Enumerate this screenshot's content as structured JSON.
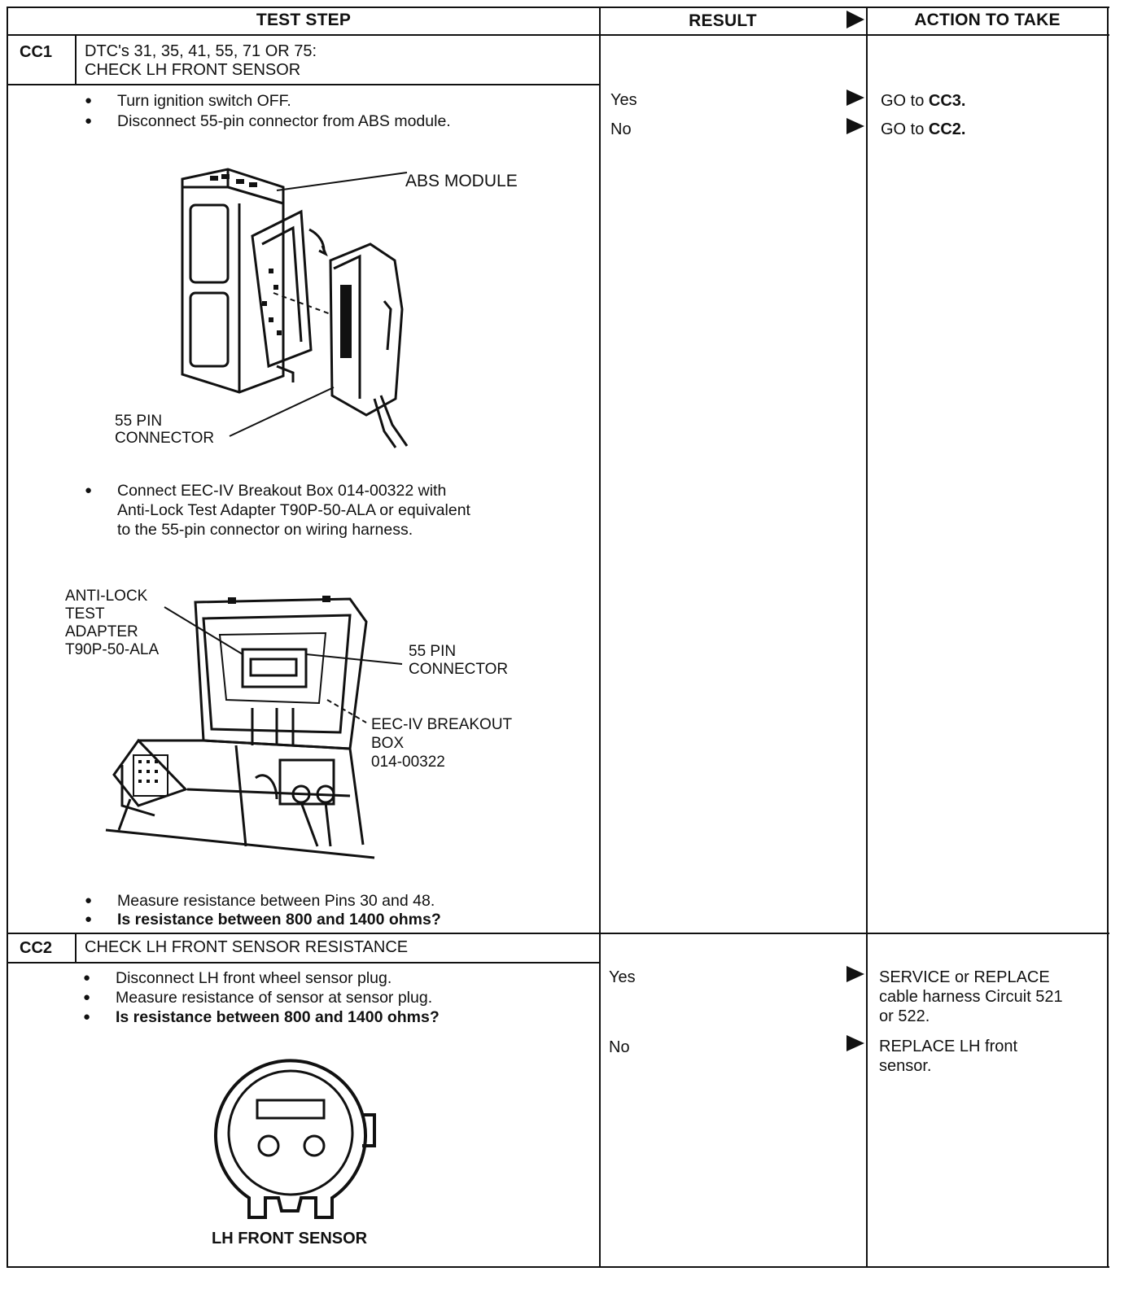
{
  "header": {
    "test_step": "TEST STEP",
    "result": "RESULT",
    "action": "ACTION TO TAKE"
  },
  "cc1": {
    "code": "CC1",
    "title_line1": "DTC's 31, 35, 41, 55, 71 OR 75:",
    "title_line2": "CHECK LH FRONT SENSOR",
    "bullet1": "Turn ignition switch OFF.",
    "bullet2": "Disconnect 55-pin connector from ABS module.",
    "fig1_label_module": "ABS MODULE",
    "fig1_label_conn_1": "55 PIN",
    "fig1_label_conn_2": "CONNECTOR",
    "bullet3_line1": "Connect EEC-IV Breakout Box 014-00322 with",
    "bullet3_line2": "Anti-Lock Test Adapter T90P-50-ALA or equivalent",
    "bullet3_line3": "to the 55-pin connector on wiring harness.",
    "fig2_adapter_1": "ANTI-LOCK",
    "fig2_adapter_2": "TEST",
    "fig2_adapter_3": "ADAPTER",
    "fig2_adapter_4": "T90P-50-ALA",
    "fig2_conn_1": "55 PIN",
    "fig2_conn_2": "CONNECTOR",
    "fig2_box_1": "EEC-IV BREAKOUT",
    "fig2_box_2": "BOX",
    "fig2_box_3": "014-00322",
    "bullet4": "Measure resistance between Pins 30 and 48.",
    "bullet5": "Is resistance between 800 and 1400 ohms?",
    "result_yes": "Yes",
    "result_no": "No",
    "action_yes_prefix": "GO to ",
    "action_yes_target": "CC3.",
    "action_no_prefix": "GO to ",
    "action_no_target": "CC2."
  },
  "cc2": {
    "code": "CC2",
    "title": "CHECK LH FRONT SENSOR RESISTANCE",
    "bullet1": "Disconnect LH front wheel sensor plug.",
    "bullet2": "Measure resistance of sensor at sensor plug.",
    "bullet3": "Is resistance between 800 and 1400 ohms?",
    "fig_label": "LH FRONT SENSOR",
    "result_yes": "Yes",
    "result_no": "No",
    "action_yes_line1": "SERVICE or REPLACE",
    "action_yes_line2": "cable harness Circuit 521",
    "action_yes_line3": "or 522.",
    "action_no_line1": "REPLACE LH front",
    "action_no_line2": "sensor."
  }
}
